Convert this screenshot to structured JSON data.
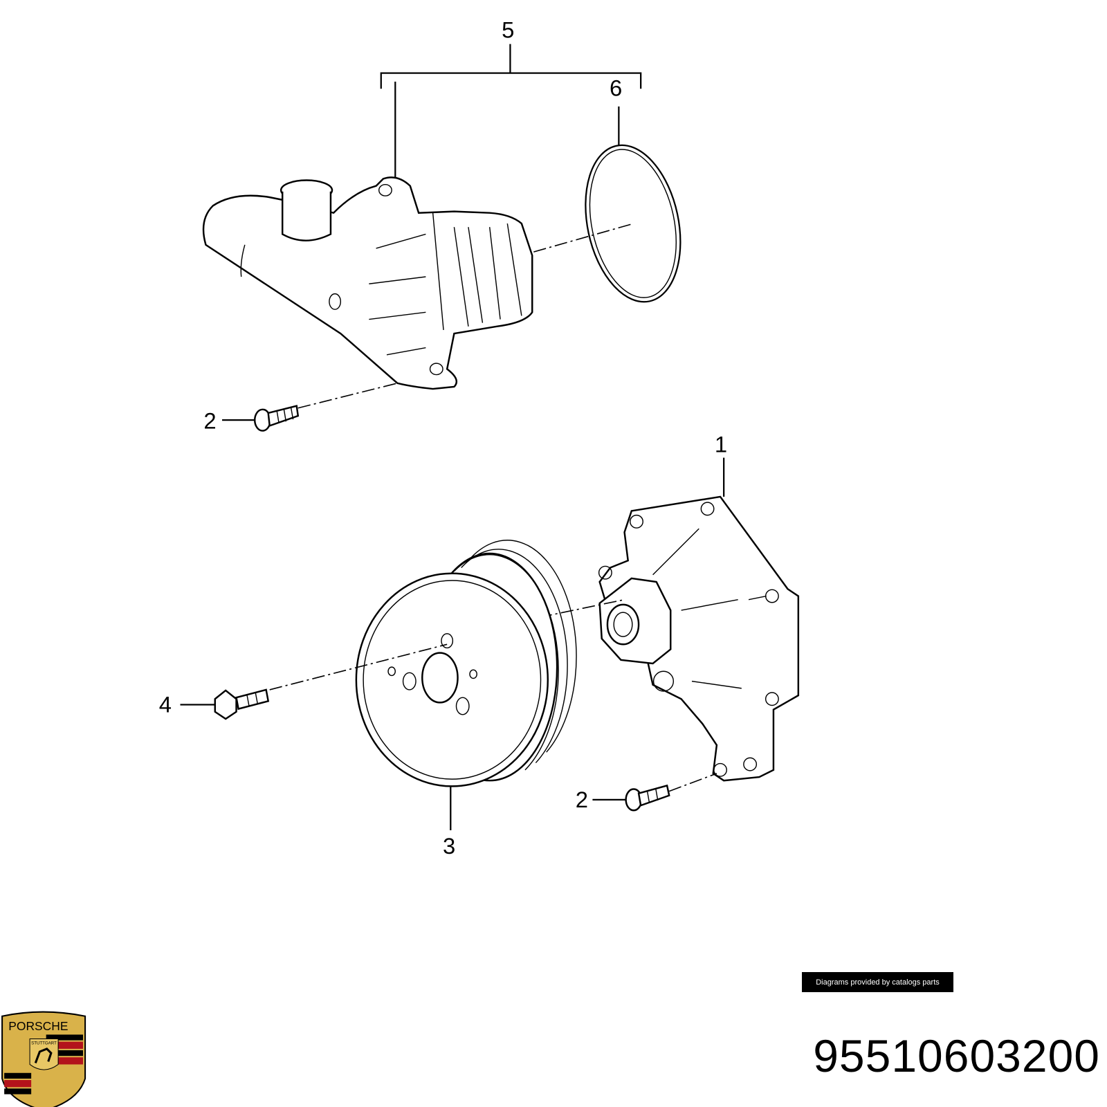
{
  "callouts": {
    "c1": "1",
    "c2a": "2",
    "c2b": "2",
    "c3": "3",
    "c4": "4",
    "c5": "5",
    "c6": "6"
  },
  "badge_text": "Diagrams provided by catalogs parts",
  "part_number": "95510603200",
  "logo": {
    "name": "porsche-crest",
    "text": "PORSCHE",
    "subtext": "STUTTGART",
    "colors": [
      "#d9b24a",
      "#b3121b",
      "#000000"
    ]
  }
}
